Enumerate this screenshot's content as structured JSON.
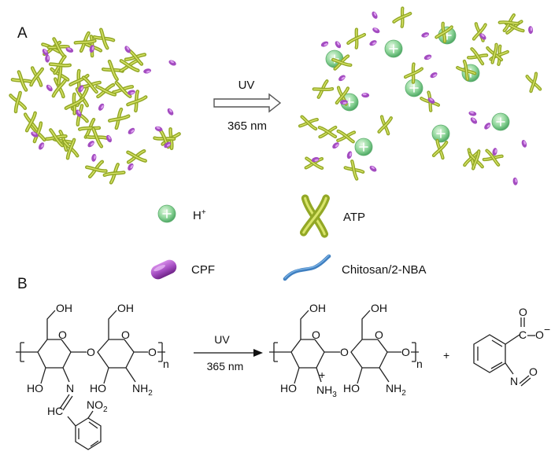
{
  "panel_a": {
    "label": "A",
    "arrow": {
      "top": "UV",
      "bottom": "365 nm"
    },
    "legend": {
      "proton": "H",
      "proton_sup": "+",
      "atp": "ATP",
      "cpf": "CPF",
      "polymer": "Chitosan/2-NBA"
    }
  },
  "panel_b": {
    "label": "B",
    "arrow": {
      "top": "UV",
      "bottom": "365 nm"
    },
    "reactant": {
      "oh_left_top": "OH",
      "oh_right_top": "OH",
      "oh_left_bottom": "HO",
      "oh_right_bottom": "HO",
      "nh2": "NH",
      "nh2_sub": "2",
      "ring_o1": "O",
      "ring_o2": "O",
      "glyco_o": "O",
      "end_o": "O",
      "repeat_n": "n",
      "imine_n": "N",
      "imine_c": "HC",
      "nitro": "NO",
      "nitro_sub": "2"
    },
    "product": {
      "oh_left_top": "OH",
      "oh_right_top": "OH",
      "oh_left_bottom": "HO",
      "oh_right_bottom": "HO",
      "nh3": "NH",
      "nh3_sub": "3",
      "nh3_charge": "+",
      "nh2": "NH",
      "nh2_sub": "2",
      "ring_o1": "O",
      "ring_o2": "O",
      "glyco_o": "O",
      "end_o": "O",
      "repeat_n": "n",
      "plus": "+",
      "carboxylate_c": "C",
      "carboxylate_o_top": "O",
      "carboxylate_o_minus": "O",
      "minus": "−",
      "nitroso_n": "N",
      "nitroso_o": "O"
    }
  },
  "colors": {
    "chitosan_fiber": "#3f7fc0",
    "atp": "#b3c832",
    "cpf": "#a34cc0",
    "proton": "#8fd69a"
  }
}
